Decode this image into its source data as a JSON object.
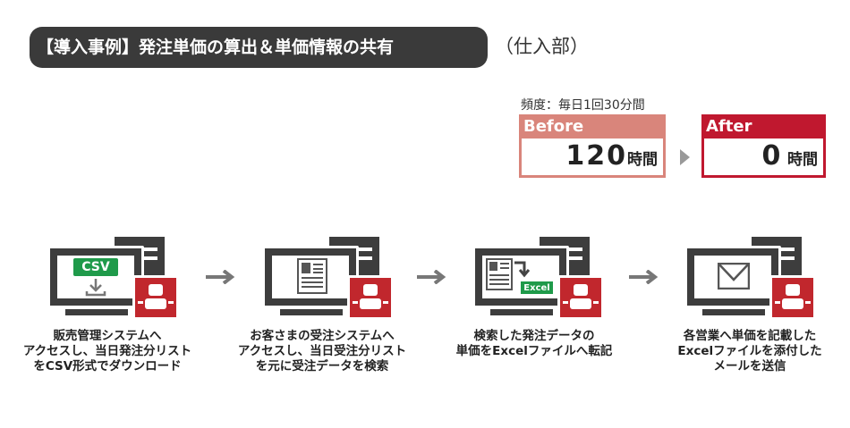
{
  "header": {
    "title": "【導入事例】発注単価の算出＆単価情報の共有",
    "department": "（仕入部）"
  },
  "frequency": "頻度：毎日1回30分間",
  "before": {
    "label": "Before",
    "value": "120",
    "unit": "時間",
    "color": "#d9857b"
  },
  "after": {
    "label": "After",
    "value": "0",
    "unit": "時間",
    "color": "#c0182f"
  },
  "steps": [
    {
      "icon": "csv-download-icon",
      "badge": "CSV",
      "lines": [
        "販売管理システムへ",
        "アクセスし、当日発注分リスト",
        "をCSV形式でダウンロード"
      ]
    },
    {
      "icon": "document-icon",
      "lines": [
        "お客さまの受注システムへ",
        "アクセスし、当日受注分リスト",
        "を元に受注データを検索"
      ]
    },
    {
      "icon": "excel-transfer-icon",
      "badge": "Excel",
      "lines": [
        "検索した発注データの",
        "単価をExcelファイルへ転記"
      ]
    },
    {
      "icon": "mail-icon",
      "lines": [
        "各営業へ単価を記載した",
        "Excelファイルを添付した",
        "メールを送信"
      ]
    }
  ]
}
